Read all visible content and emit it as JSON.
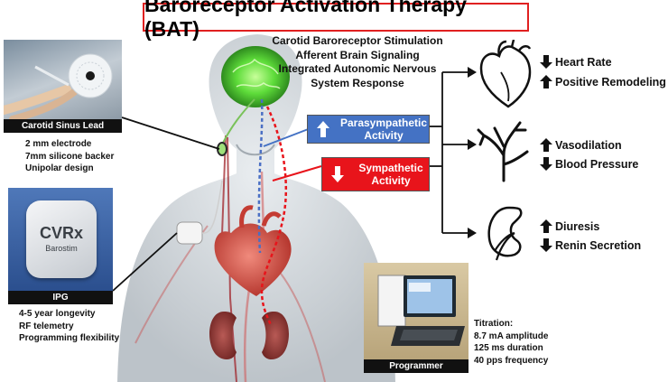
{
  "title": "Baroreceptor Activation Therapy (BAT)",
  "mechanism": [
    "Carotid Baroreceptor Stimulation",
    "Afferent Brain Signaling",
    "Integrated Autonomic Nervous",
    "System Response"
  ],
  "lead": {
    "caption": "Carotid Sinus Lead",
    "specs": [
      "2 mm electrode",
      "7mm silicone backer",
      "Unipolar design"
    ]
  },
  "ipg": {
    "caption": "IPG",
    "device_brand": "CVRx",
    "device_model": "Barostim",
    "specs": [
      "4-5 year longevity",
      "RF telemetry",
      "Programming flexibility"
    ]
  },
  "programmer": {
    "caption": "Programmer",
    "titration_label": "Titration:",
    "specs": [
      "8.7 mA amplitude",
      "125 ms duration",
      "40 pps frequency"
    ]
  },
  "activity": {
    "parasympathetic": {
      "label_line1": "Parasympathetic",
      "label_line2": "Activity",
      "direction": "up",
      "color": "#4472c4"
    },
    "sympathetic": {
      "label_line1": "Sympathetic",
      "label_line2": "Activity",
      "direction": "down",
      "color": "#e8141b"
    }
  },
  "effects": {
    "heart": [
      {
        "direction": "down",
        "label": "Heart Rate"
      },
      {
        "direction": "up",
        "label": "Positive Remodeling"
      }
    ],
    "vessel": [
      {
        "direction": "up",
        "label": "Vasodilation"
      },
      {
        "direction": "down",
        "label": "Blood Pressure"
      }
    ],
    "kidney": [
      {
        "direction": "up",
        "label": "Diuresis"
      },
      {
        "direction": "down",
        "label": "Renin Secretion"
      }
    ]
  }
}
